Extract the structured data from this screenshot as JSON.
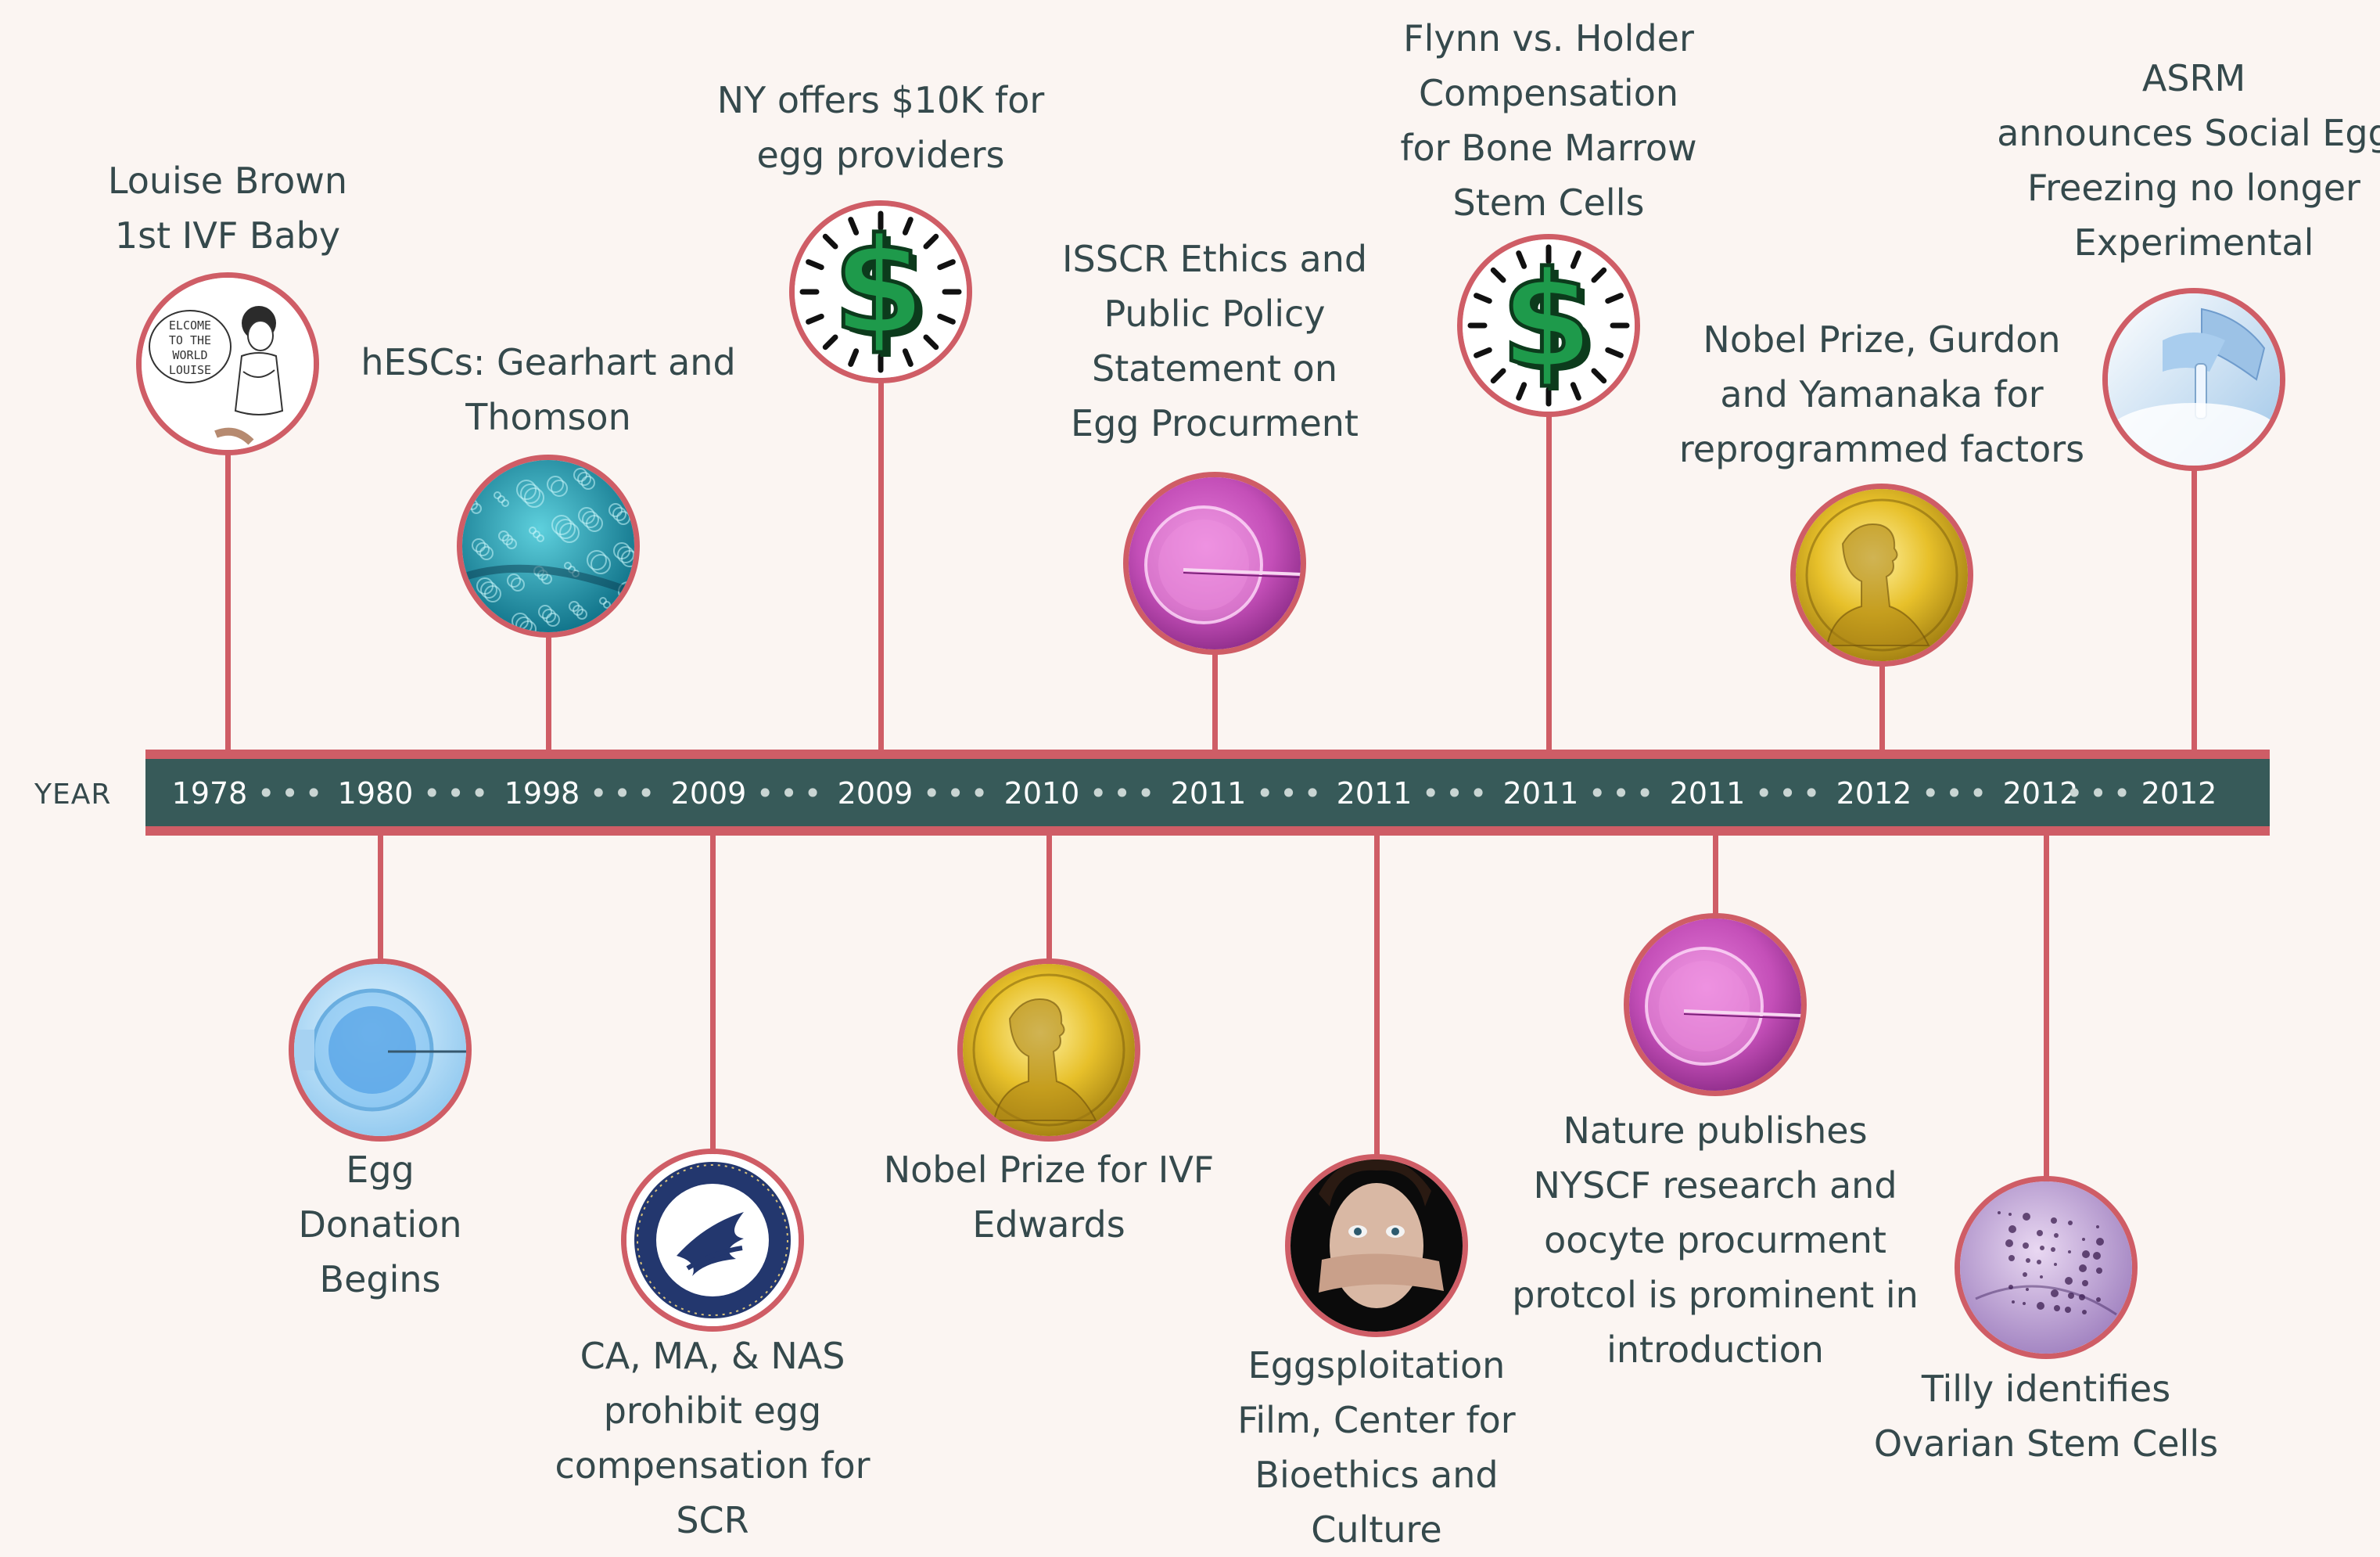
{
  "axis_label": "YEAR",
  "years": [
    "1978",
    "1980",
    "1998",
    "2009",
    "2009",
    "2010",
    "2011",
    "2011",
    "2011",
    "2011",
    "2012",
    "2012",
    "2012"
  ],
  "events_above": [
    {
      "name": "event-louise-brown",
      "lines": [
        "Louise Brown",
        "1st IVF Baby"
      ],
      "icon": "welcome-louise-cartoon-icon",
      "bubble_text": [
        "ELCOME",
        "TO THE",
        "WORLD",
        "LOUISE"
      ]
    },
    {
      "name": "event-hescs",
      "lines": [
        "hESCs: Gearhart and",
        "Thomson"
      ],
      "icon": "stem-cell-micrograph-icon"
    },
    {
      "name": "event-ny-10k",
      "lines": [
        "NY offers $10K for",
        "egg providers"
      ],
      "icon": "dollar-sign-icon",
      "glyph": "$"
    },
    {
      "name": "event-isscr-statement",
      "lines": [
        "ISSCR Ethics and",
        "Public Policy",
        "Statement on",
        "Egg Procurment"
      ],
      "icon": "oocyte-injection-icon"
    },
    {
      "name": "event-flynn-holder",
      "lines": [
        "Flynn vs. Holder",
        "Compensation",
        "for Bone Marrow",
        "Stem Cells"
      ],
      "icon": "dollar-sign-icon",
      "glyph": "$"
    },
    {
      "name": "event-nobel-gurdon-yamanaka",
      "lines": [
        "Nobel Prize, Gurdon",
        "and Yamanaka for",
        "reprogrammed factors"
      ],
      "icon": "nobel-medal-icon"
    },
    {
      "name": "event-asrm-egg-freezing",
      "lines": [
        "ASRM",
        "announces Social Egg",
        "Freezing no longer",
        "Experimental"
      ],
      "icon": "cryo-freezing-icon"
    }
  ],
  "events_below": [
    {
      "name": "event-egg-donation",
      "lines": [
        "Egg",
        "Donation",
        "Begins"
      ],
      "icon": "egg-microinjection-icon"
    },
    {
      "name": "event-ca-ma-nas",
      "lines": [
        "CA, MA, & NAS",
        "prohibit egg",
        "compensation for",
        "SCR"
      ],
      "icon": "hhs-seal-icon"
    },
    {
      "name": "event-nobel-edwards",
      "lines": [
        "Nobel Prize for IVF",
        "Edwards"
      ],
      "icon": "nobel-medal-icon"
    },
    {
      "name": "event-eggsploitation",
      "lines": [
        "Eggsploitation",
        "Film, Center for",
        "Bioethics and",
        "Culture"
      ],
      "icon": "covered-mouth-face-icon"
    },
    {
      "name": "event-nature-nyscf",
      "lines": [
        "Nature publishes",
        "NYSCF research and",
        "oocyte procurment",
        "protcol is prominent in",
        "introduction"
      ],
      "icon": "oocyte-injection-icon"
    },
    {
      "name": "event-tilly-ovarian",
      "lines": [
        "Tilly identifies",
        "Ovarian Stem Cells"
      ],
      "icon": "ovarian-cells-micrograph-icon"
    }
  ],
  "colors": {
    "band": "#375a59",
    "accent": "#cf5d66",
    "text": "#35494c",
    "background": "#fbf5f2",
    "dollar_green": "#1e9a4b",
    "medal_gold": "#e7c02a",
    "oocyte_magenta": "#c44fb8",
    "micrograph_teal": "#2a9fb5"
  }
}
